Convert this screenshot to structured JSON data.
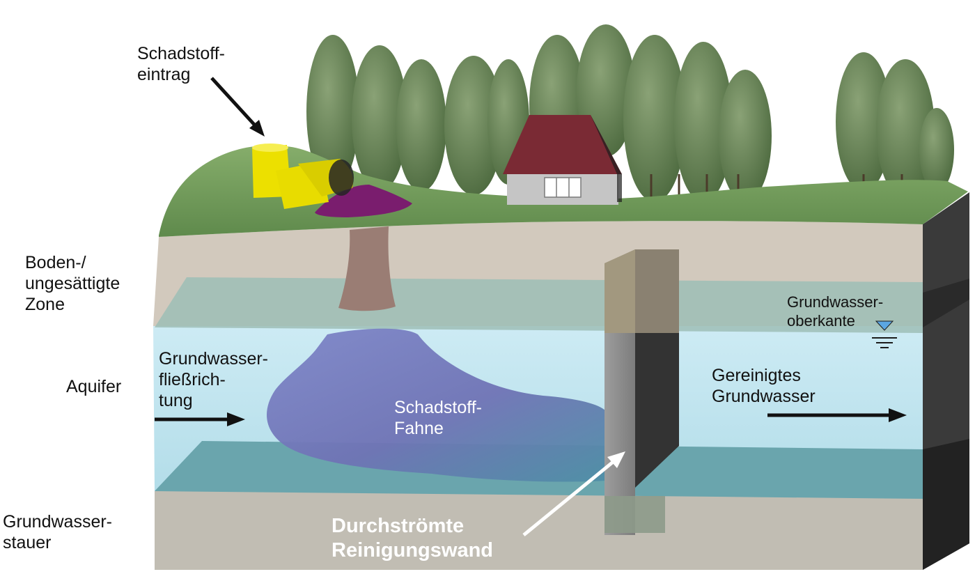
{
  "labels": {
    "pollutant_input": [
      "Schadstoff-",
      "eintrag"
    ],
    "soil_zone": [
      "Boden-/",
      "ungesättigte",
      "Zone"
    ],
    "aquifer": "Aquifer",
    "aquitard": [
      "Grundwasser-",
      "stauer"
    ],
    "flow_direction": [
      "Grundwasser-",
      "fließrich-",
      "tung"
    ],
    "plume": [
      "Schadstoff-",
      "Fahne"
    ],
    "water_table": [
      "Grundwasser-",
      "oberkante"
    ],
    "cleaned_water": [
      "Gereinigtes",
      "Grundwasser"
    ],
    "barrier": [
      "Durchströmte",
      "Reinigungswand"
    ]
  },
  "colors": {
    "grass": "#6f9a58",
    "unsaturated_soil": "#d2c9bd",
    "aquifer_water": "#c0e6f1",
    "aquifer_bed": "#6aa5ad",
    "aquitard": "#c1bdb3",
    "plume": "#6f73b5",
    "barrier_wall": "#8c8c8c",
    "barrier_dark": "#333333",
    "roof": "#7a2a34",
    "house_wall": "#c5c5c5",
    "container": "#ece000",
    "pile": "#7a1d6e",
    "tree_foliage": "#5e7a4d"
  }
}
